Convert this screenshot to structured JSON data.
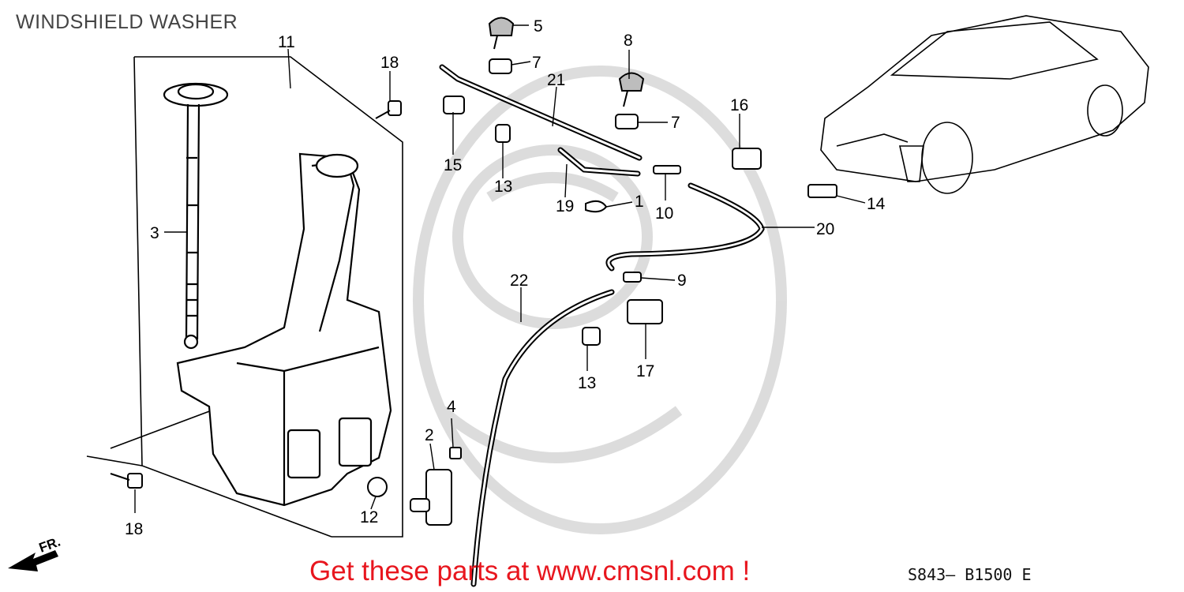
{
  "title": "WINDSHIELD WASHER",
  "promo": "Get these parts at www.cmsnl.com !",
  "diagram_code": "S843— B1500 E",
  "front_marker": "FR.",
  "callouts": [
    "11",
    "3",
    "18",
    "18",
    "5",
    "7",
    "15",
    "13",
    "21",
    "8",
    "7",
    "16",
    "19",
    "1",
    "10",
    "14",
    "20",
    "9",
    "22",
    "13",
    "17",
    "4",
    "2",
    "12"
  ]
}
